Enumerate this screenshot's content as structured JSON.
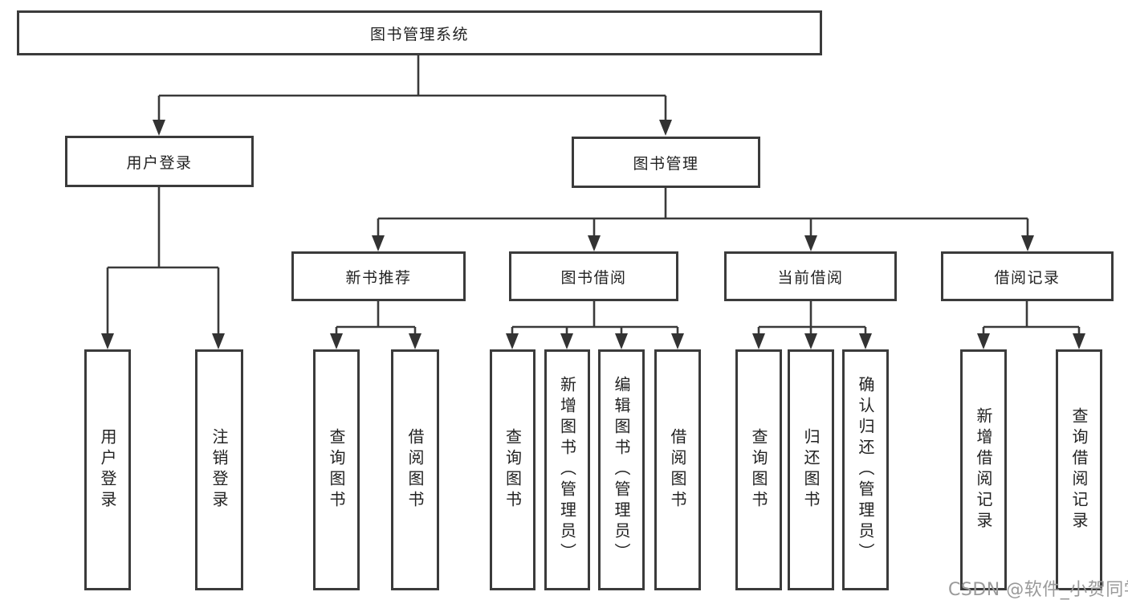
{
  "tree": {
    "root": {
      "label": "图书管理系统"
    },
    "branches": [
      {
        "label": "用户登录",
        "children": [
          {
            "label": "用户登录"
          },
          {
            "label": "注销登录"
          }
        ]
      },
      {
        "label": "图书管理",
        "children": [
          {
            "label": "新书推荐",
            "children": [
              {
                "label": "查询图书"
              },
              {
                "label": "借阅图书"
              }
            ]
          },
          {
            "label": "图书借阅",
            "children": [
              {
                "label": "查询图书"
              },
              {
                "label": "新增图书（管理员）"
              },
              {
                "label": "编辑图书（管理员）"
              },
              {
                "label": "借阅图书"
              }
            ]
          },
          {
            "label": "当前借阅",
            "children": [
              {
                "label": "查询图书"
              },
              {
                "label": "归还图书"
              },
              {
                "label": "确认归还（管理员）"
              }
            ]
          },
          {
            "label": "借阅记录",
            "children": [
              {
                "label": "新增借阅记录"
              },
              {
                "label": "查询借阅记录"
              }
            ]
          }
        ]
      }
    ]
  },
  "watermark": {
    "text": "CSDN @软件_小贺同学",
    "color": "#9a9a9a"
  },
  "colors": {
    "line": "#3a3a3a",
    "box_border": "#3b3b3b",
    "text": "#222222",
    "background": "#ffffff"
  }
}
